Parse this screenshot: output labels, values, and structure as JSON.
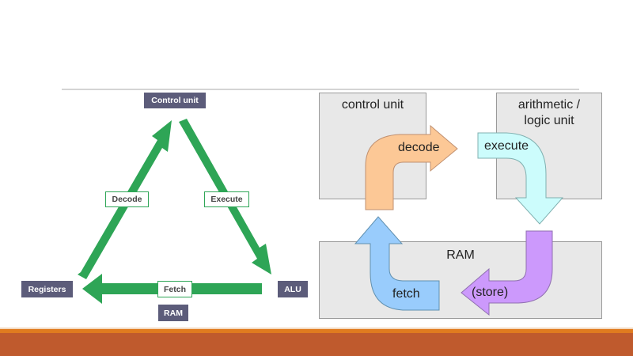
{
  "left_diagram": {
    "nodes": {
      "control_unit": "Control unit",
      "registers": "Registers",
      "alu": "ALU",
      "ram": "RAM"
    },
    "edges": {
      "decode": "Decode",
      "execute": "Execute",
      "fetch": "Fetch"
    },
    "colors": {
      "arrow": "#2ea556",
      "node": "#5c5c7a"
    }
  },
  "right_diagram": {
    "boxes": {
      "control_unit": "control unit",
      "alu_line1": "arithmetic /",
      "alu_line2": "logic unit",
      "ram": "RAM"
    },
    "arrows": {
      "decode": "decode",
      "execute": "execute",
      "store": "(store)",
      "fetch": "fetch"
    },
    "colors": {
      "decode": "#fcc896",
      "execute": "#ccfcfc",
      "store": "#cc99fc",
      "fetch": "#99ccfc"
    }
  },
  "footer": {
    "accent": "#e07b1f",
    "band": "#bf5a2d"
  }
}
